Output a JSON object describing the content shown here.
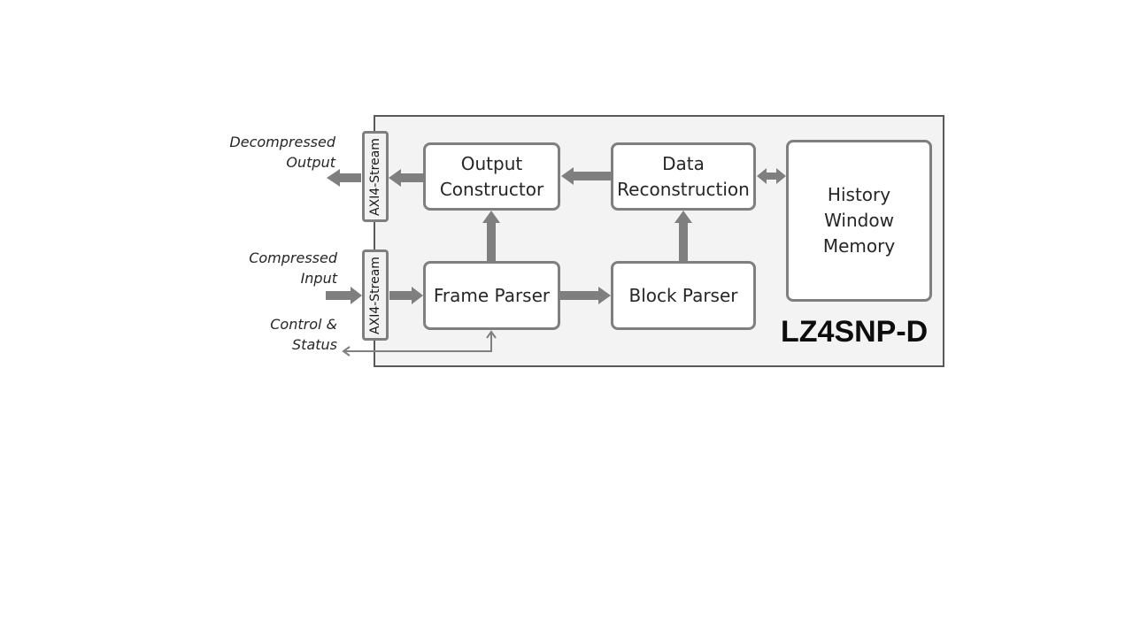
{
  "diagram": {
    "title": "LZ4SNP-D",
    "blocks": {
      "output_constructor": "Output\nConstructor",
      "data_reconstruction": "Data\nReconstruction",
      "history_window_memory": "History\nWindow\nMemory",
      "frame_parser": "Frame Parser",
      "block_parser": "Block Parser"
    },
    "interfaces": {
      "output_stream": "AXI4-Stream",
      "input_stream": "AXI4-Stream"
    },
    "external_labels": {
      "decompressed_output": "Decompressed\nOutput",
      "compressed_input": "Compressed\nInput",
      "control_status": "Control &\nStatus"
    },
    "colors": {
      "arrow": "#7f7f7f",
      "border": "#7f7f7f",
      "core_fill": "#f3f3f3",
      "core_border": "#595959"
    }
  }
}
